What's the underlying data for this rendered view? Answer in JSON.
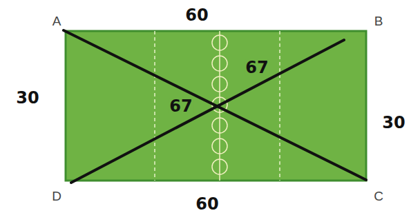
{
  "diagram": {
    "labels": [
      "A",
      "60",
      "B",
      "30",
      "67",
      "67",
      "30",
      "D",
      "60",
      "C"
    ]
  }
}
